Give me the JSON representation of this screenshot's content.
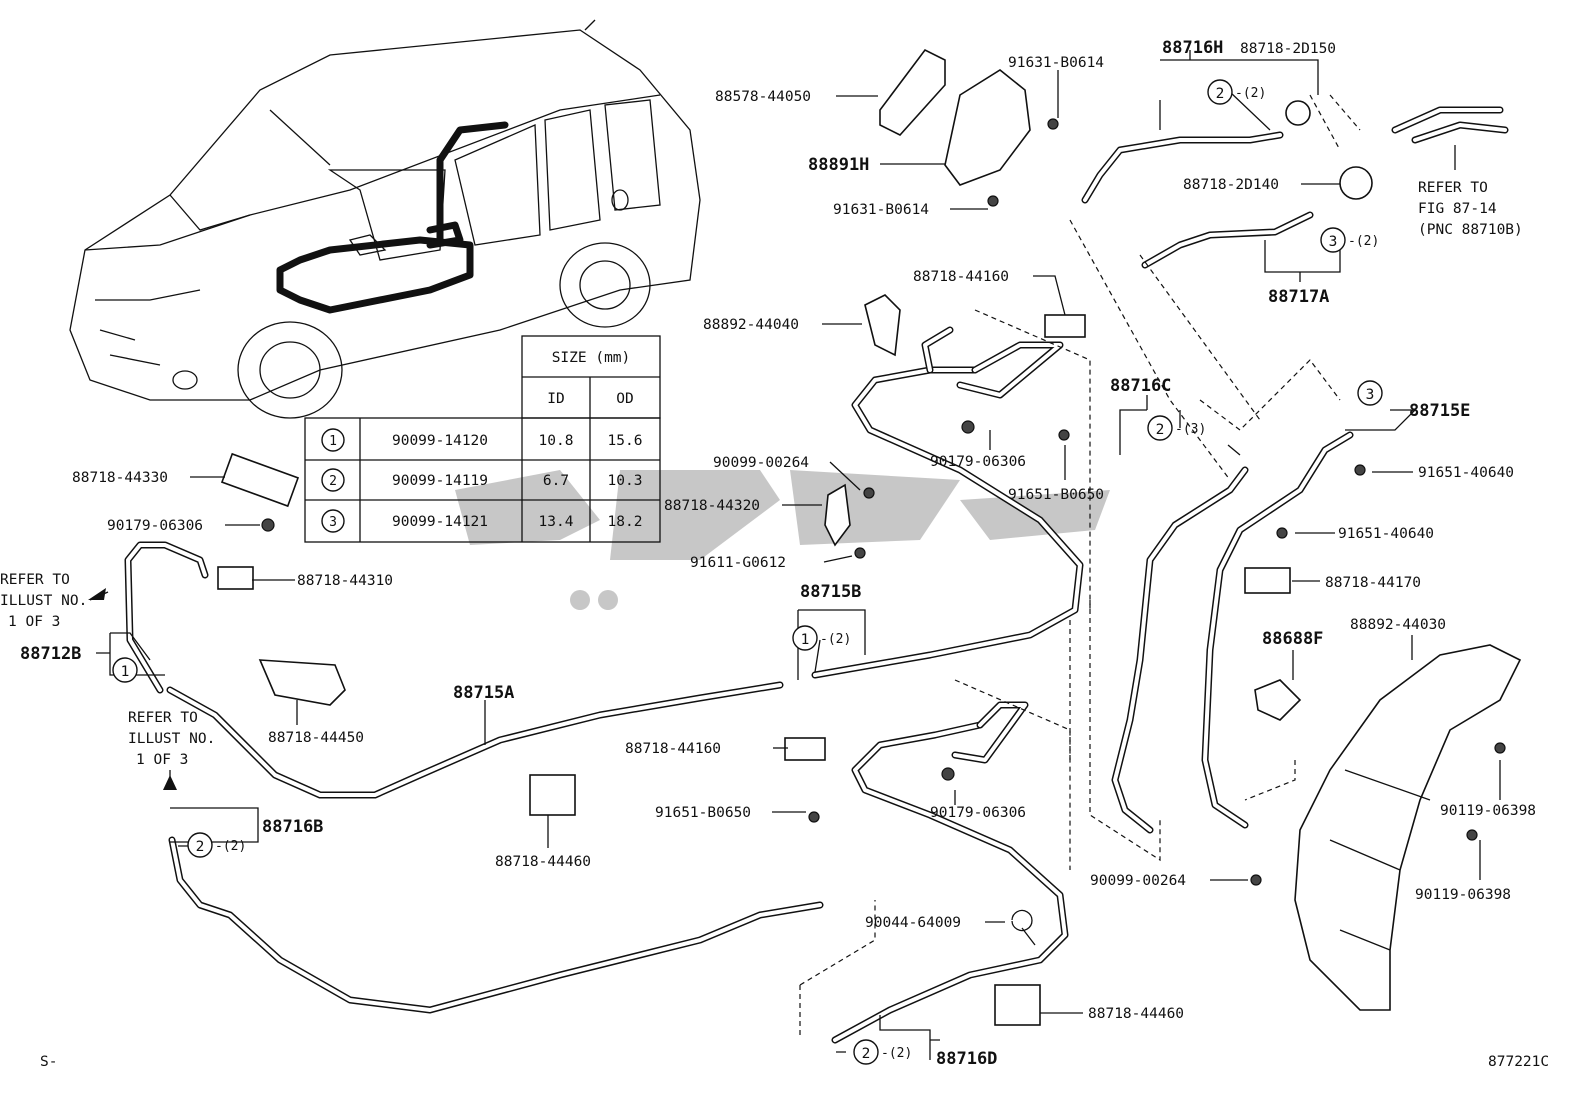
{
  "labels": {
    "p88578_44050": "88578-44050",
    "p88891H": "88891H",
    "p91631_B0614_a": "91631-B0614",
    "p91631_B0614_b": "91631-B0614",
    "p88716H": "88716H",
    "p88718_2D150": "88718-2D150",
    "p88718_2D140": "88718-2D140",
    "p88717A": "88717A",
    "p88718_44160_a": "88718-44160",
    "p88892_44040": "88892-44040",
    "p90179_06306_a": "90179-06306",
    "p91651_B0650_a": "91651-B0650",
    "p88716C": "88716C",
    "p88715E": "88715E",
    "p91651_40640_a": "91651-40640",
    "p91651_40640_b": "91651-40640",
    "p88718_44170": "88718-44170",
    "p88688F": "88688F",
    "p88892_44030": "88892-44030",
    "p90119_06398_a": "90119-06398",
    "p90119_06398_b": "90119-06398",
    "p90099_00264_a": "90099-00264",
    "p88718_44320": "88718-44320",
    "p91611_G0612": "91611-G0612",
    "p88715B": "88715B",
    "p88718_44330": "88718-44330",
    "p90179_06306_b": "90179-06306",
    "p88718_44310": "88718-44310",
    "p88712B": "88712B",
    "p88718_44450": "88718-44450",
    "p88715A": "88715A",
    "p88716B": "88716B",
    "p88718_44460_a": "88718-44460",
    "p88718_44160_b": "88718-44160",
    "p91651_B0650_b": "91651-B0650",
    "p90179_06306_c": "90179-06306",
    "p90044_64009": "90044-64009",
    "p88718_44460_b": "88718-44460",
    "p88716D": "88716D",
    "p90099_00264_b": "90099-00264"
  },
  "refer_fig": [
    "REFER TO",
    "FIG 87-14",
    "(PNC 88710B)"
  ],
  "refer_left": [
    "REFER TO",
    "ILLUST NO.",
    "1 OF 3"
  ],
  "refer_mid": [
    "REFER TO",
    "ILLUST NO.",
    "1 OF 3"
  ],
  "circle_refs": {
    "c2_top": "2",
    "c2_top_qty": "-(2)",
    "c3_top": "3",
    "c3_top_qty": "-(2)",
    "c2_716C": "2",
    "c2_716C_qty": "-(3)",
    "c3_715E": "3",
    "c1_715B": "1",
    "c1_715B_qty": "-(2)",
    "c1_712B": "1",
    "c2_716B": "2",
    "c2_716B_qty": "-(2)",
    "c2_716D": "2",
    "c2_716D_qty": "-(2)"
  },
  "size_table": {
    "header": "SIZE (mm)",
    "columns": [
      "ID",
      "OD"
    ],
    "rows": [
      {
        "ref": "1",
        "part": "90099-14120",
        "id": "10.8",
        "od": "15.6"
      },
      {
        "ref": "2",
        "part": "90099-14119",
        "id": "6.7",
        "od": "10.3"
      },
      {
        "ref": "3",
        "part": "90099-14121",
        "id": "13.4",
        "od": "18.2"
      }
    ]
  },
  "footer_left": "S-",
  "footer_right": "877221C"
}
